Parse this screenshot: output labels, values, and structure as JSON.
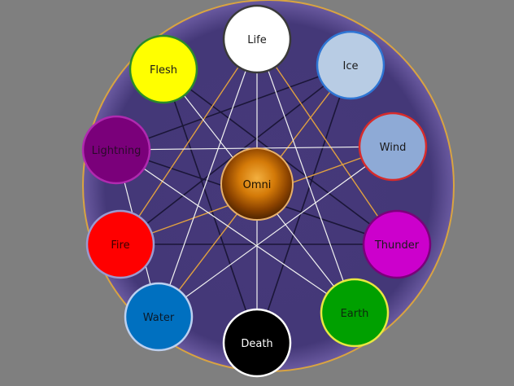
{
  "center": {
    "label": "Omni",
    "fill": "#c06a00",
    "text_color": "#1a0f00"
  },
  "colors": {
    "background": "#7f7f7f",
    "disc": "#46397a",
    "rim": "#d9a441",
    "line_white": "#f2f2f2",
    "line_dark": "#1b1638",
    "line_orange": "#e0a040",
    "line_brown": "#8a4b2a"
  },
  "elements": [
    {
      "key": "life",
      "label": "Life",
      "fill": "#ffffff",
      "stroke": "#3a3a3a",
      "text_color": "#1a1a1a"
    },
    {
      "key": "ice",
      "label": "Ice",
      "fill": "#b8cce4",
      "stroke": "#2e75d4",
      "text_color": "#1a1a1a"
    },
    {
      "key": "wind",
      "label": "Wind",
      "fill": "#8eaad6",
      "stroke": "#d62b2b",
      "text_color": "#1a1a1a"
    },
    {
      "key": "thunder",
      "label": "Thunder",
      "fill": "#cc00cc",
      "stroke": "#7a007a",
      "text_color": "#1a1a1a"
    },
    {
      "key": "earth",
      "label": "Earth",
      "fill": "#00a000",
      "stroke": "#e8e840",
      "text_color": "#0d2a0d"
    },
    {
      "key": "death",
      "label": "Death",
      "fill": "#000000",
      "stroke": "#ffffff",
      "text_color": "#ffffff"
    },
    {
      "key": "water",
      "label": "Water",
      "fill": "#0070c0",
      "stroke": "#bcd0f0",
      "text_color": "#0a1a2a"
    },
    {
      "key": "fire",
      "label": "Fire",
      "fill": "#ff0000",
      "stroke": "#9a9ad0",
      "text_color": "#3a0000"
    },
    {
      "key": "lightning",
      "label": "Lightning",
      "fill": "#7a007a",
      "stroke": "#b02ab0",
      "text_color": "#2a0a2a"
    },
    {
      "key": "flesh",
      "label": "Flesh",
      "fill": "#ffff00",
      "stroke": "#2a8a2a",
      "text_color": "#1a1a1a"
    }
  ]
}
